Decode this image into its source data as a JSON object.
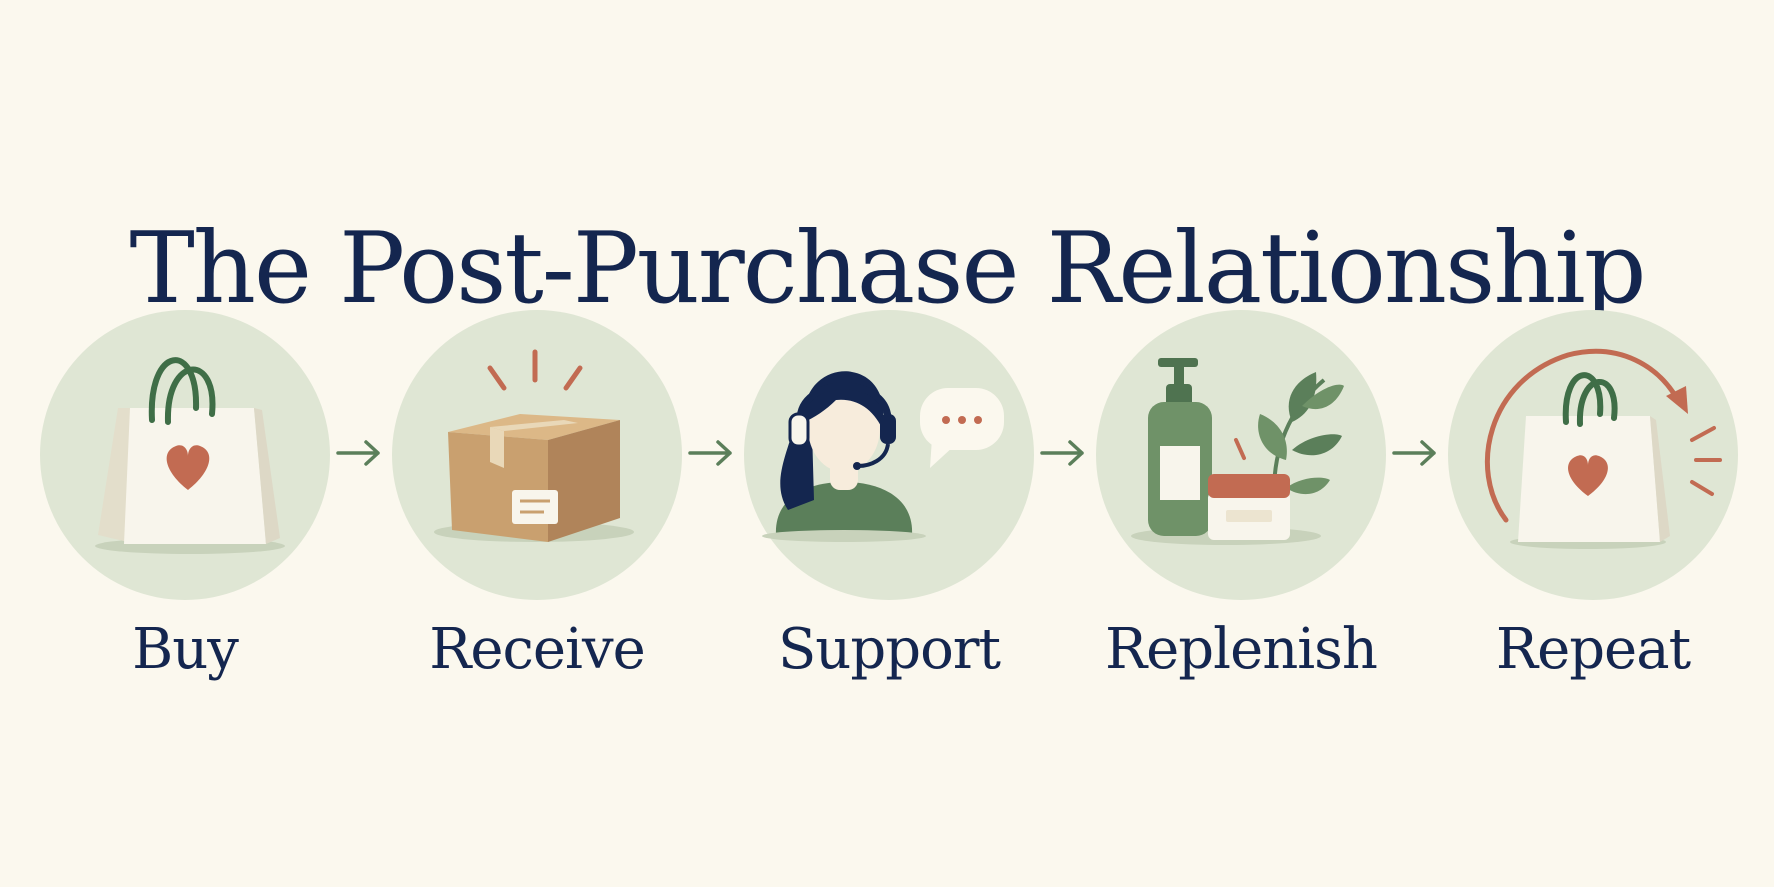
{
  "title": "The Post-Purchase Relationship",
  "steps": [
    {
      "label": "Buy",
      "icon": "shopping-bag-heart-icon"
    },
    {
      "label": "Receive",
      "icon": "package-box-icon"
    },
    {
      "label": "Support",
      "icon": "support-agent-headset-icon"
    },
    {
      "label": "Replenish",
      "icon": "skincare-products-icon"
    },
    {
      "label": "Repeat",
      "icon": "repeat-bag-cycle-icon"
    }
  ],
  "colors": {
    "background": "#fbf8ee",
    "navy": "#14264f",
    "circle": "#dfe6d4",
    "green": "#5b7f5a",
    "terracotta": "#c26b52",
    "kraft": "#c9a06f"
  }
}
